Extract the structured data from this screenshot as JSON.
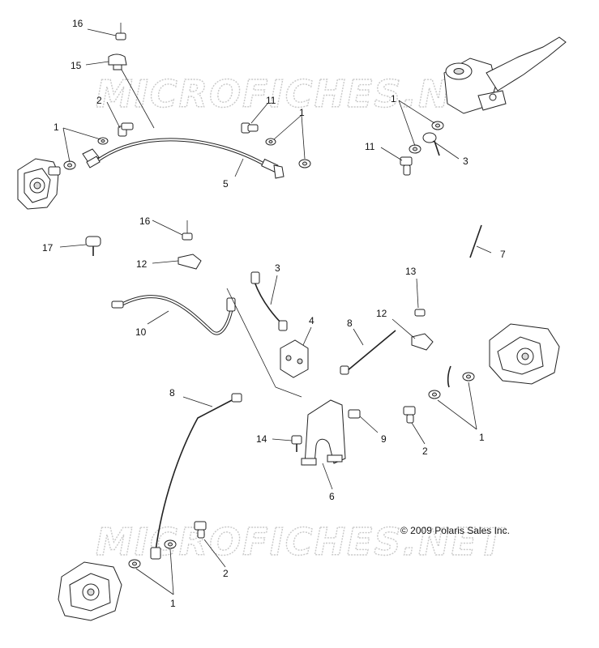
{
  "watermark": {
    "top": "MICROFICHES.NET",
    "bottom": "MICROFICHES.NET"
  },
  "copyright": "© 2009 Polaris Sales Inc.",
  "callouts": {
    "c16a": "16",
    "c15": "15",
    "c2a": "2",
    "c11a": "11",
    "c1a": "1",
    "c1b": "1",
    "c5": "5",
    "c1c": "1",
    "c11b": "11",
    "c3a": "3",
    "c16b": "16",
    "c17": "17",
    "c12a": "12",
    "c7": "7",
    "c3b": "3",
    "c13": "13",
    "c10": "10",
    "c4": "4",
    "c12b": "12",
    "c8a": "8",
    "c8b": "8",
    "c14": "14",
    "c9": "9",
    "c2b": "2",
    "c1d": "1",
    "c6": "6",
    "c2c": "2",
    "c1e": "1"
  }
}
